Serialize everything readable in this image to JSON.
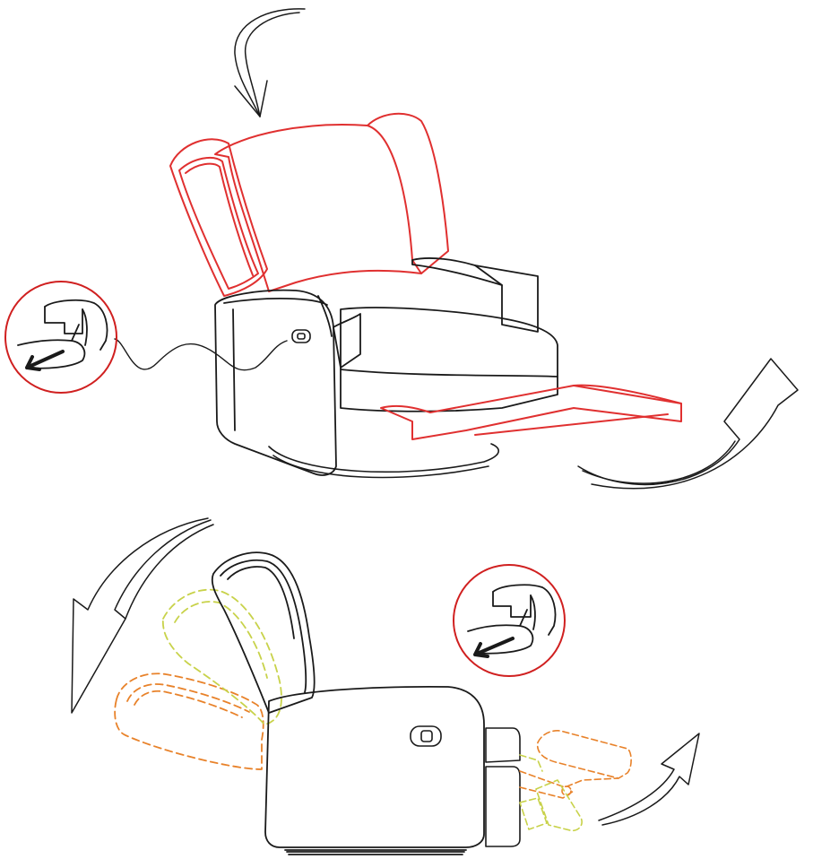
{
  "figure": {
    "panels": [
      {
        "name": "recline-upright-chair",
        "icon": "recliner-chair-icon"
      },
      {
        "name": "recline-side-view",
        "icon": "recliner-side-icon"
      }
    ],
    "callouts": [
      {
        "name": "release-handle-callout-top",
        "icon": "hand-pull-lever-icon"
      },
      {
        "name": "release-handle-callout-bottom",
        "icon": "hand-pull-lever-icon"
      }
    ],
    "arrows": [
      {
        "name": "backrest-recline-arrow",
        "icon": "curved-arrow-down-icon"
      },
      {
        "name": "footrest-raise-arrow",
        "icon": "curved-arrow-up-icon"
      },
      {
        "name": "backrest-tilt-arrow",
        "icon": "curved-arrow-left-icon"
      },
      {
        "name": "footrest-extend-arrow",
        "icon": "curved-arrow-up-right-icon"
      }
    ],
    "colors": {
      "outline": "#1a1a1a",
      "moving_part": "#e03030",
      "callout_ring": "#d02020",
      "reclined_back": "#e8822a",
      "intermediate_back": "#c8d24a"
    }
  }
}
